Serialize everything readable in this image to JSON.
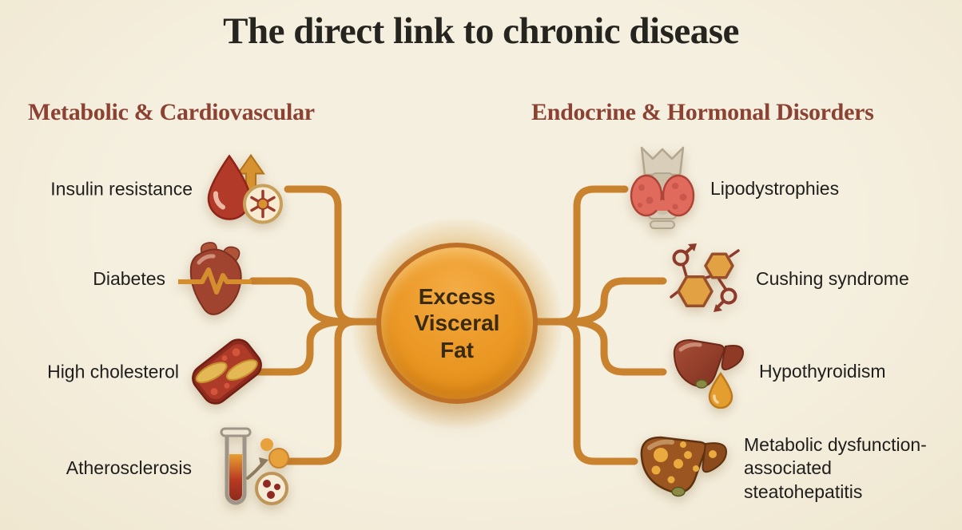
{
  "title": "The direct link to chronic disease",
  "center_node": {
    "label": "Excess\nVisceral\nFat"
  },
  "left_group": {
    "heading": "Metabolic & Cardiovascular",
    "items": [
      {
        "label": "Insulin resistance",
        "icon": "blood-sugar-rise-icon"
      },
      {
        "label": "Diabetes",
        "icon": "heart-ecg-icon"
      },
      {
        "label": "High cholesterol",
        "icon": "clogged-artery-icon"
      },
      {
        "label": "Atherosclerosis",
        "icon": "blood-test-tube-icon"
      }
    ]
  },
  "right_group": {
    "heading": "Endocrine & Hormonal Disorders",
    "items": [
      {
        "label": "Lipodystrophies",
        "icon": "thyroid-gland-icon"
      },
      {
        "label": "Cushing syndrome",
        "icon": "hormone-molecule-icon"
      },
      {
        "label": "Hypothyroidism",
        "icon": "liver-drop-icon"
      },
      {
        "label": "Metabolic dysfunction-\nassociated\nsteatohepatitis",
        "icon": "fatty-liver-icon"
      }
    ]
  },
  "colors": {
    "background": "#F3EDDA",
    "title_text": "#25241E",
    "heading_text": "#8C4233",
    "label_text": "#1F1E1C",
    "connector": "#C9822E",
    "node_fill": "#E89420",
    "node_border": "#BE7026",
    "node_text": "#3A2A10"
  }
}
